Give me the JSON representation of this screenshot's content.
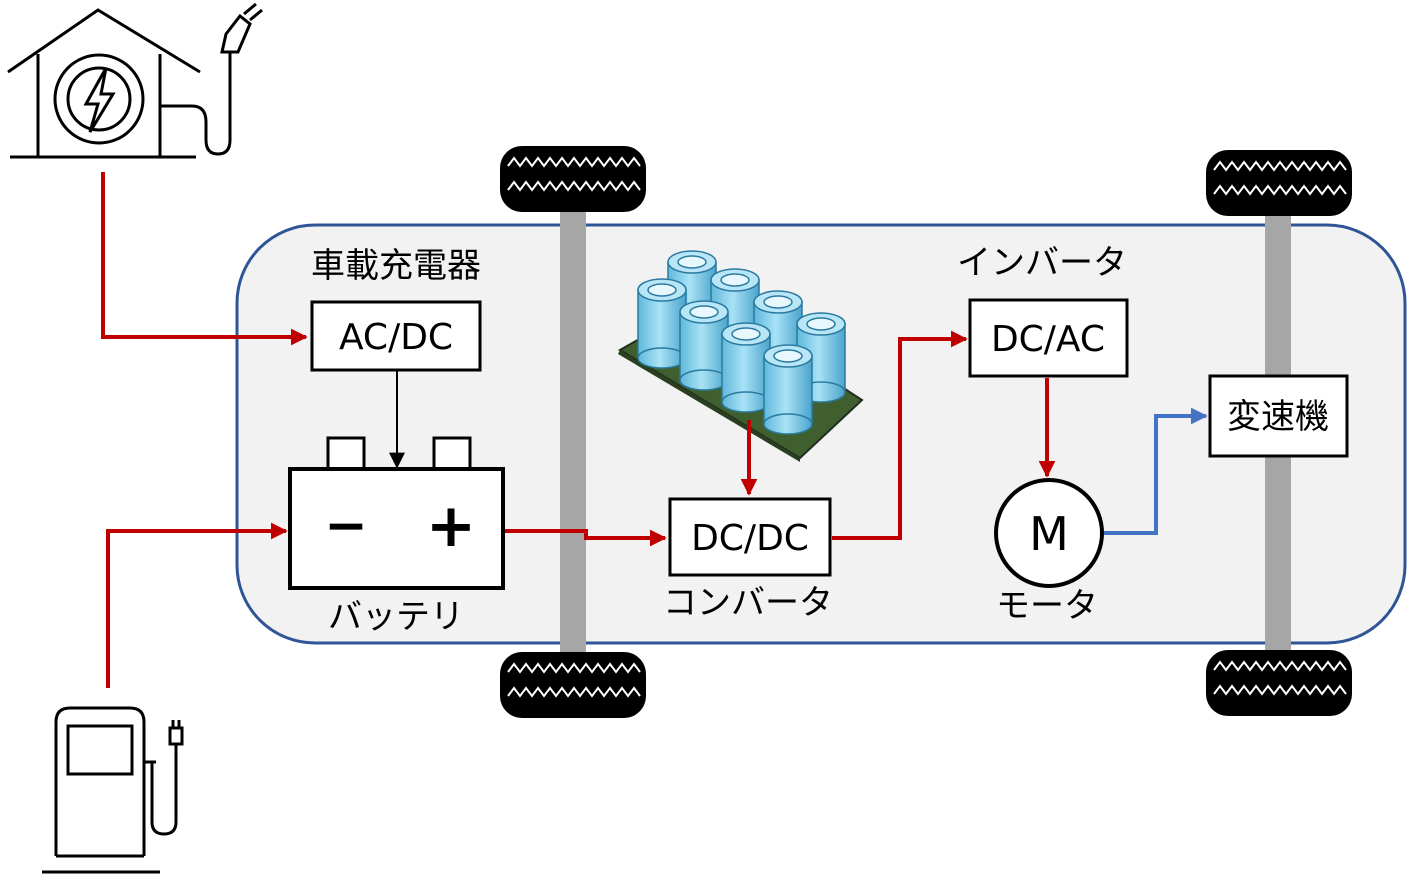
{
  "labels": {
    "onboard_charger": "車載充電器",
    "acdc": "AC/DC",
    "battery_minus": "−",
    "battery_plus": "+",
    "battery": "バッテリ",
    "dcdc": "DC/DC",
    "converter": "コンバータ",
    "inverter": "インバータ",
    "dcac": "DC/AC",
    "motor_symbol": "M",
    "motor": "モータ",
    "transmission": "変速機"
  },
  "colors": {
    "power_line": "#c00000",
    "mechanical_line": "#4472c4",
    "chassis_border": "#2f5597",
    "chassis_fill": "#f2f2f2",
    "axle": "#a6a6a6",
    "capacitor": "#7fd0ec",
    "capacitor_top": "#b9e6f6",
    "board": "#3f5f2f"
  },
  "icons": [
    "house-charger-icon",
    "charging-station-icon",
    "capacitor-bank-icon",
    "tire-icon"
  ]
}
